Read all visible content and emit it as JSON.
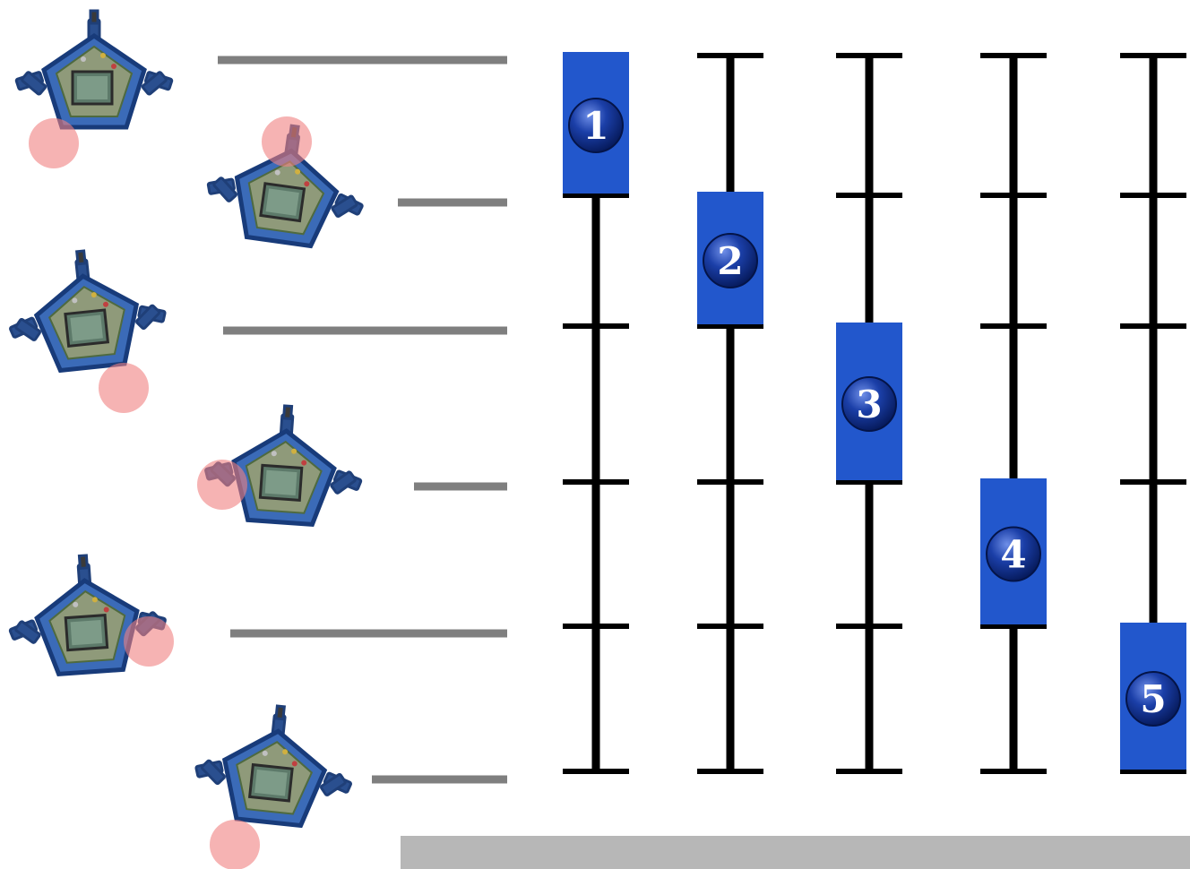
{
  "colors": {
    "background": "#ffffff",
    "connector": "#7f7f7f",
    "rail": "#000000",
    "block": "#2257cc",
    "badge": "#0d2f8f",
    "badge_text": "#ffffff",
    "highlight": "#f08080",
    "robot_frame": "#2a4f8f",
    "robot_screen": "#5d7a6a",
    "base_bar": "#b7b7b7"
  },
  "icons": {
    "robot": "modular-pentagon-robot-icon",
    "highlight": "active-module-highlight-circle"
  },
  "robot_poses": [
    {
      "id": "pose-1",
      "highlighted_module": "bottom-left"
    },
    {
      "id": "pose-2",
      "highlighted_module": "top"
    },
    {
      "id": "pose-3",
      "highlighted_module": "bottom-right"
    },
    {
      "id": "pose-4",
      "highlighted_module": "left"
    },
    {
      "id": "pose-5",
      "highlighted_module": "right"
    },
    {
      "id": "pose-6",
      "highlighted_module": "bottom-left"
    }
  ],
  "columns": [
    {
      "label": "1",
      "segment": [
        0,
        1
      ]
    },
    {
      "label": "2",
      "segment": [
        1,
        2
      ]
    },
    {
      "label": "3",
      "segment": [
        2,
        3
      ]
    },
    {
      "label": "4",
      "segment": [
        3,
        4
      ]
    },
    {
      "label": "5",
      "segment": [
        4,
        5
      ]
    }
  ]
}
